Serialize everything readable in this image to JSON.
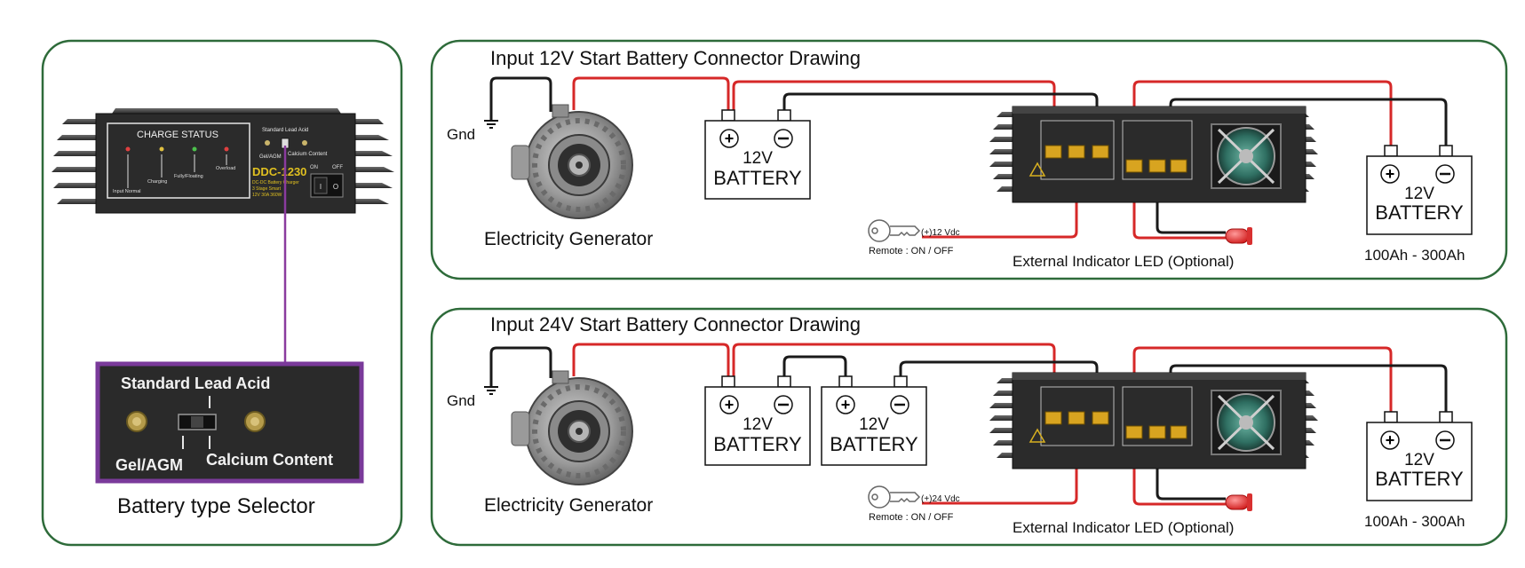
{
  "left_panel": {
    "device": {
      "charge_status_title": "CHARGE STATUS",
      "led_labels": [
        "Input Normal",
        "Charging",
        "Fully/Floating",
        "Overload"
      ],
      "switch_labels": {
        "top": "Standard Lead Acid",
        "left": "Gel/AGM",
        "right": "Calcium Content"
      },
      "model": "DDC-1230",
      "model_lines": [
        "DC-DC Battery Charger",
        "3 Stage Smart",
        "12V 30A 360W"
      ],
      "power_labels": [
        "ON",
        "OFF"
      ]
    },
    "selector": {
      "top_label": "Standard Lead Acid",
      "left_label": "Gel/AGM",
      "right_label": "Calcium Content"
    },
    "caption": "Battery type Selector"
  },
  "colors": {
    "panel_border": "#2e6b3a",
    "wire_positive": "#d62828",
    "wire_negative": "#1a1a1a",
    "callout_line": "#8a3b9e",
    "device_body": "#2b2b2b"
  },
  "diagrams": [
    {
      "title": "Input 12V Start Battery Connector Drawing",
      "gnd_label": "Gnd",
      "generator_label": "Electricity Generator",
      "input_batteries": [
        {
          "voltage": "12V",
          "label": "BATTERY"
        }
      ],
      "output_battery": {
        "voltage": "12V",
        "label": "BATTERY",
        "capacity": "100Ah - 300Ah"
      },
      "remote": {
        "voltage_label": "(+)12 Vdc",
        "label": "Remote : ON / OFF"
      },
      "led_label": "External Indicator LED (Optional)"
    },
    {
      "title": "Input 24V Start Battery Connector Drawing",
      "gnd_label": "Gnd",
      "generator_label": "Electricity Generator",
      "input_batteries": [
        {
          "voltage": "12V",
          "label": "BATTERY"
        },
        {
          "voltage": "12V",
          "label": "BATTERY"
        }
      ],
      "output_battery": {
        "voltage": "12V",
        "label": "BATTERY",
        "capacity": "100Ah - 300Ah"
      },
      "remote": {
        "voltage_label": "(+)24 Vdc",
        "label": "Remote : ON / OFF"
      },
      "led_label": "External Indicator LED (Optional)"
    }
  ]
}
